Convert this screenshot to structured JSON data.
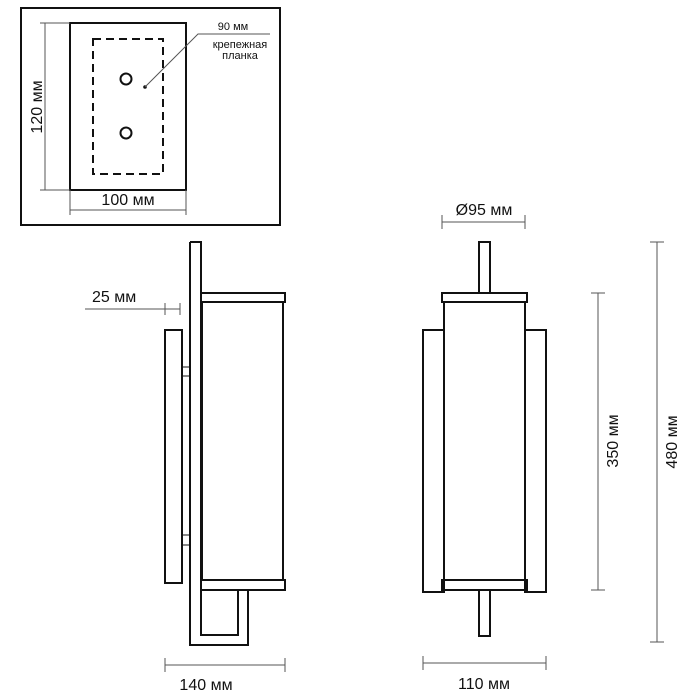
{
  "mounting": {
    "plate_width": "90 мм",
    "plate_label_1": "крепежная",
    "plate_label_2": "планка",
    "height": "120 мм",
    "width": "100 мм"
  },
  "side_view": {
    "offset": "25 мм",
    "depth": "140 мм"
  },
  "front_view": {
    "diameter": "Ø95 мм",
    "width": "110 мм",
    "shade_height": "350 мм",
    "total_height": "480 мм"
  }
}
